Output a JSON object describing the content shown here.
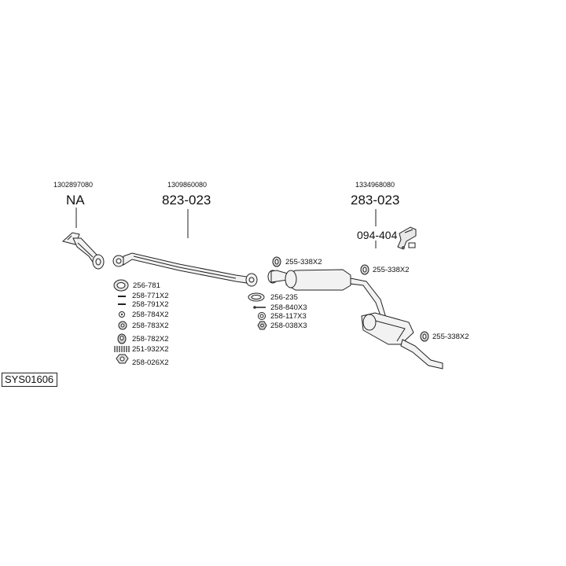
{
  "diagram": {
    "oem_numbers": [
      "1302897080",
      "1309860080",
      "1334968080"
    ],
    "main_parts": [
      "NA",
      "823-023",
      "283-023",
      "094-404"
    ],
    "fittings_left": [
      "256-781",
      "258-771X2",
      "258-791X2",
      "258-784X2",
      "258-783X2",
      "258-782X2",
      "251-932X2",
      "258-026X2"
    ],
    "fittings_mid": [
      "256-235",
      "258-840X3",
      "258-117X3",
      "258-038X3"
    ],
    "hangers": [
      "255-338X2",
      "255-338X2",
      "255-338X2"
    ],
    "system_code": "SYS01606"
  }
}
